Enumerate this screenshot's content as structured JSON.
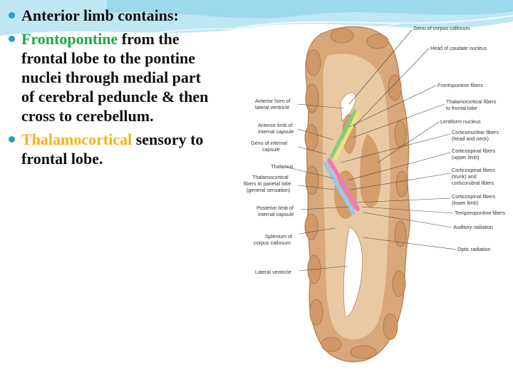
{
  "colors": {
    "bullet": "#1fa2c7",
    "frontopontine": "#1aab3f",
    "thalamocortical": "#f2b21b",
    "text": "#111111",
    "brain_tissue": "#d9a87a",
    "white_matter": "#e9c9a4"
  },
  "bullets": [
    {
      "text": "Anterior limb contains:"
    },
    {
      "highlight": "Frontopontine",
      "text": " from the frontal lobe to the pontine nuclei through medial part of cerebral peduncle & then cross to cerebellum."
    },
    {
      "highlight": "Thalamocortical",
      "text": " sensory to frontal lobe."
    }
  ],
  "figure": {
    "left_labels": {
      "anterior_horn": [
        "Anterior horn of",
        "lateral ventricle"
      ],
      "anterior_limb": [
        "Anterior limb of",
        "internal capsule"
      ],
      "genu": [
        "Genu of internal",
        "capsule"
      ],
      "thalamus": [
        "Thalamus"
      ],
      "thalamocortical_parietal": [
        "Thalamocortical",
        "fibers to parietal lobe",
        "(general sensation)"
      ],
      "posterior_limb": [
        "Posterior limb of",
        "internal capsule"
      ],
      "splenium": [
        "Splenium of",
        "corpus callosum"
      ],
      "lateral_ventricle": [
        "Lateral ventricle"
      ]
    },
    "right_labels": {
      "genu_cc": [
        "Genu of corpus callosum"
      ],
      "head_caudate": [
        "Head of caudate nucleus"
      ],
      "frontopontine": [
        "Frontopontine fibers"
      ],
      "thalamocortical_frontal": [
        "Thalamocortical fibers",
        "to frontal lobe"
      ],
      "lentiform": [
        "Lentiform nucleus"
      ],
      "corticonuclear": [
        "Corticonuclear fibers",
        "(head and neck)"
      ],
      "corticospinal_upper": [
        "Corticospinal fibers",
        "(upper limb)"
      ],
      "corticospinal_trunk": [
        "Corticospinal fibers",
        "(trunk) and",
        "corticorubral fibers"
      ],
      "corticospinal_lower": [
        "Corticospinal fibers",
        "(lower limb)"
      ],
      "temporopontine": [
        "Temporopontine fibers"
      ],
      "auditory": [
        "Auditory radiation"
      ],
      "optic": [
        "Optic radiation"
      ]
    }
  }
}
